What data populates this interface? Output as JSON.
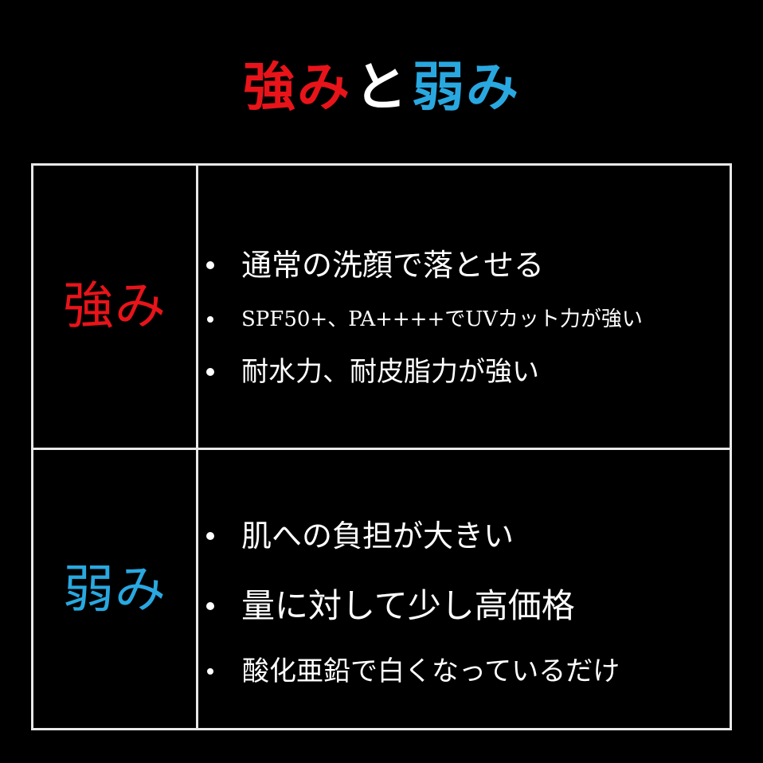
{
  "title": {
    "strength_word": "強み",
    "connector": "と",
    "weakness_word": "弱み"
  },
  "colors": {
    "background": "#000000",
    "strength": "#e8141a",
    "weakness": "#29a8e0",
    "text": "#ffffff",
    "border": "#e8e8e8"
  },
  "table": {
    "rows": [
      {
        "label": "強み",
        "items": [
          "通常の洗顔で落とせる",
          "SPF50+、PA++++でUVカット力が強い",
          "耐水力、耐皮脂力が強い"
        ]
      },
      {
        "label": "弱み",
        "items": [
          "肌への負担が大きい",
          "量に対して少し高価格",
          "酸化亜鉛で白くなっているだけ"
        ]
      }
    ]
  }
}
